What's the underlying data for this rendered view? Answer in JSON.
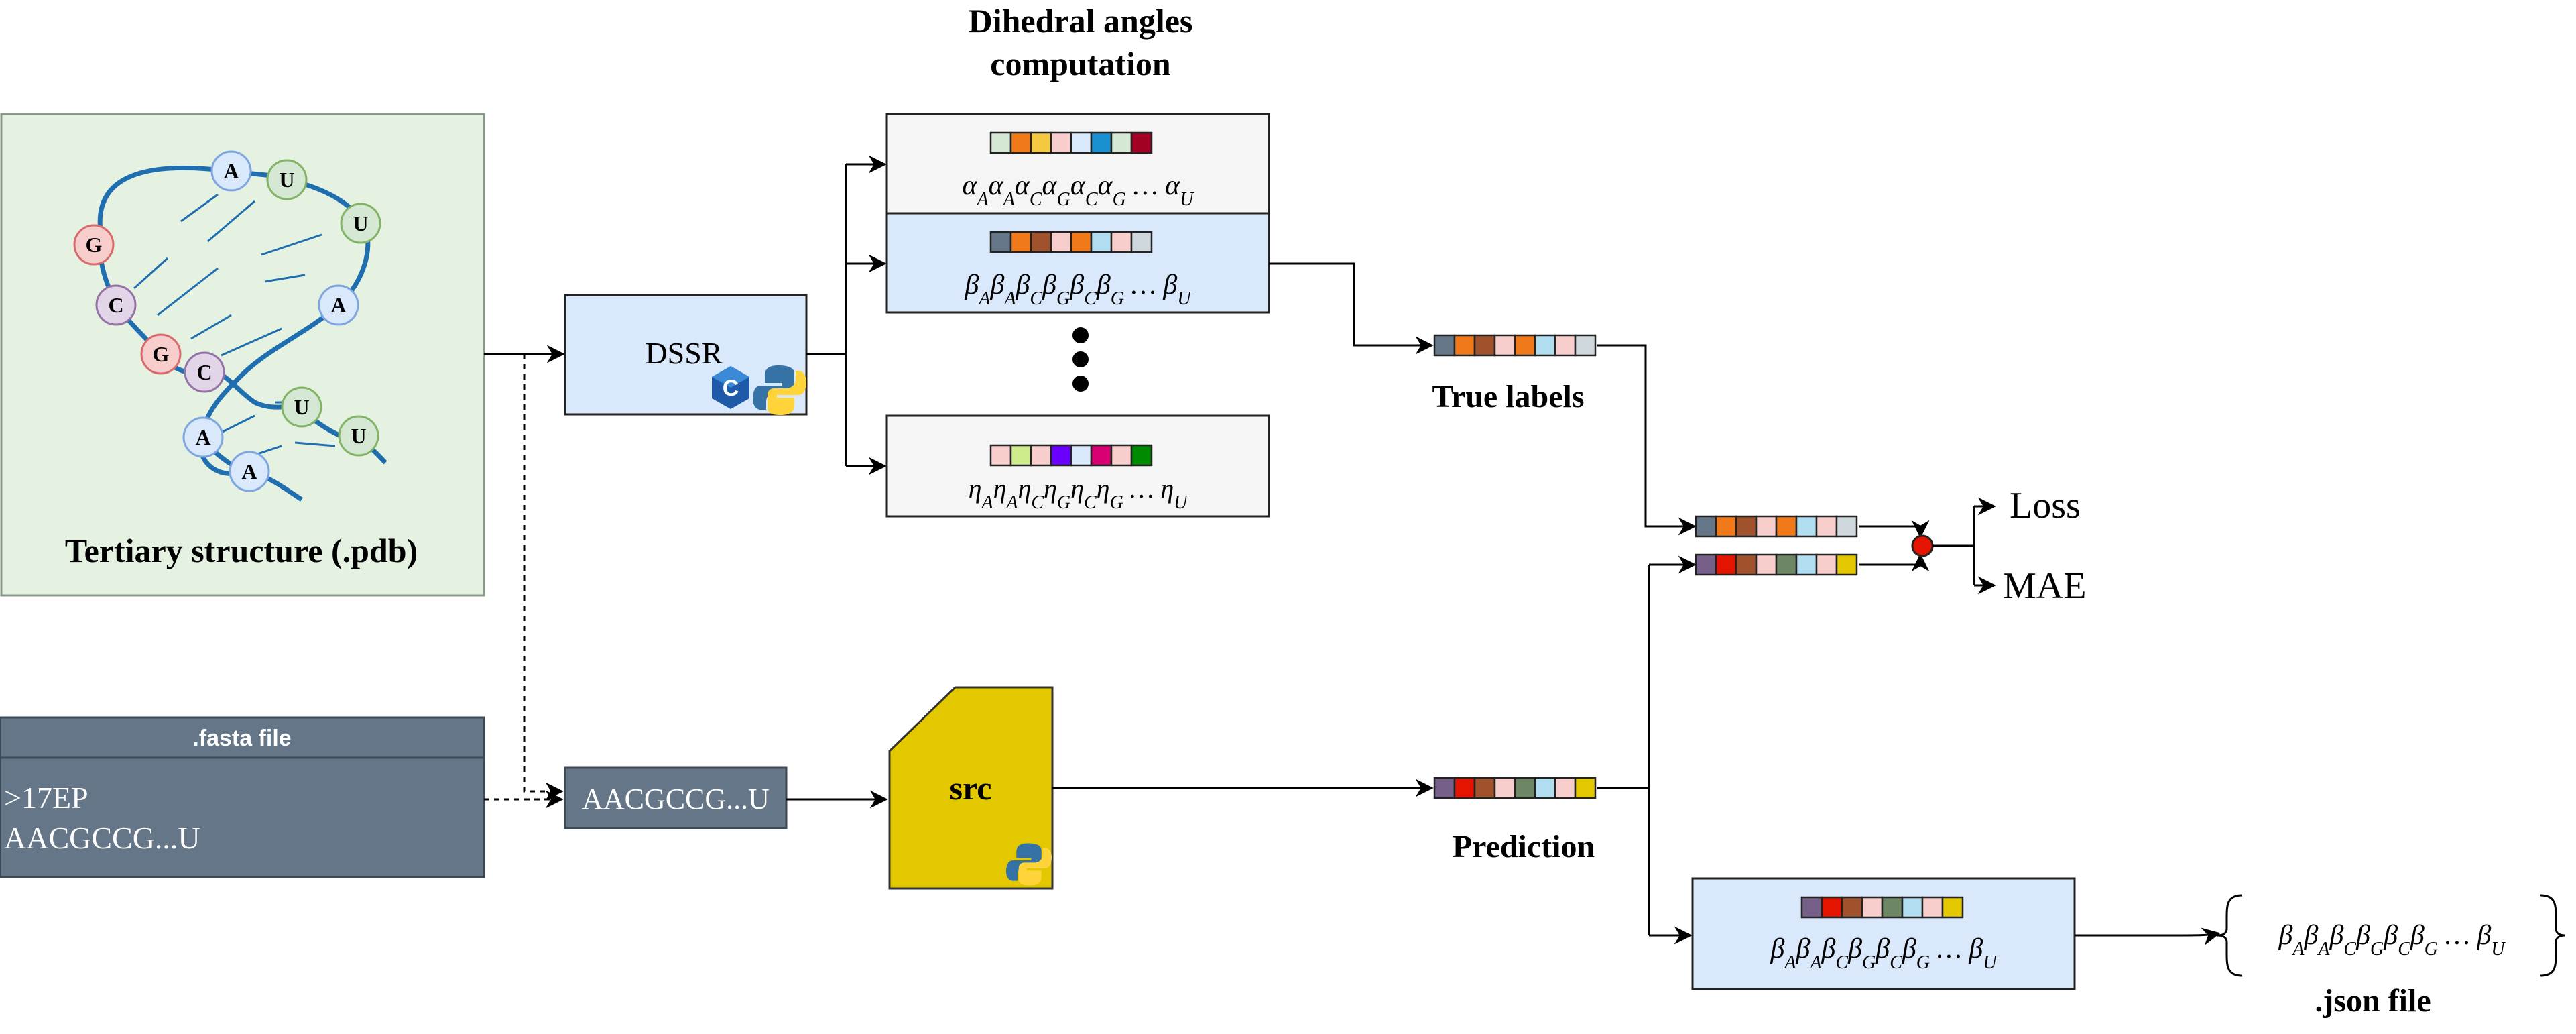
{
  "title": {
    "line1": "Dihedral angles",
    "line2": "computation"
  },
  "structure": {
    "caption": "Tertiary structure (.pdb)",
    "nucleotides": [
      "A",
      "U",
      "U",
      "G",
      "A",
      "C",
      "G",
      "C",
      "U",
      "U",
      "A",
      "A"
    ]
  },
  "dssr": {
    "label": "DSSR",
    "lang_icons": [
      "c-language-icon",
      "python-icon"
    ]
  },
  "fasta": {
    "header": ".fasta file",
    "line1": ">17EP",
    "line2": "AACGCCG...U"
  },
  "sequence_box": {
    "label": "AACGCCG...U"
  },
  "src": {
    "label": "src",
    "icon": "python-icon",
    "color": "#e3c800"
  },
  "angles": {
    "alpha": {
      "base": "α",
      "subs": [
        "A",
        "A",
        "C",
        "G",
        "C",
        "G"
      ],
      "last": "U"
    },
    "beta": {
      "base": "β",
      "subs": [
        "A",
        "A",
        "C",
        "G",
        "C",
        "G"
      ],
      "last": "U"
    },
    "eta": {
      "base": "η",
      "subs": [
        "A",
        "A",
        "C",
        "G",
        "C",
        "G"
      ],
      "last": "U"
    },
    "dots": "…"
  },
  "labels": {
    "true_labels": "True labels",
    "prediction": "Prediction",
    "loss": "Loss",
    "mae": "MAE",
    "json_file": ".json file"
  },
  "palettes": {
    "alpha": [
      "#d5e8d4",
      "#f07a1a",
      "#f5c842",
      "#f8cecc",
      "#dae8fc",
      "#1a8fd0",
      "#d5e8d4",
      "#a20025"
    ],
    "beta_strip": [
      "#647687",
      "#f07a1a",
      "#a0522d",
      "#f8cecc",
      "#f07a1a",
      "#b1ddf0",
      "#f8cecc",
      "#cfd8dc"
    ],
    "eta": [
      "#f8cecc",
      "#cdeb8b",
      "#f8cecc",
      "#6a00ff",
      "#dae8fc",
      "#d80073",
      "#f8cecc",
      "#008a00"
    ],
    "true_labels": [
      "#647687",
      "#f07a1a",
      "#a0522d",
      "#f8cecc",
      "#f07a1a",
      "#b1ddf0",
      "#f8cecc",
      "#cfd8dc"
    ],
    "prediction": [
      "#76608a",
      "#e51400",
      "#a0522d",
      "#f8cecc",
      "#6d8764",
      "#b1ddf0",
      "#f8cecc",
      "#e3c800"
    ],
    "output": [
      "#76608a",
      "#e51400",
      "#a0522d",
      "#f8cecc",
      "#6d8764",
      "#b1ddf0",
      "#f8cecc",
      "#e3c800"
    ]
  },
  "colors": {
    "structure_fill": "#e5f2e1",
    "dssr_fill": "#dae8fc",
    "fasta_fill": "#647687",
    "beta_fill": "#dae8fc",
    "angle_box_fill": "#f5f5f5",
    "rna_backbone": "#1f6fb0",
    "node_red": "#f8cecc",
    "node_purple": "#e1d5e7",
    "node_blue": "#dae8fc",
    "node_green": "#d5e8d4",
    "loss_dot": "#e51400"
  }
}
